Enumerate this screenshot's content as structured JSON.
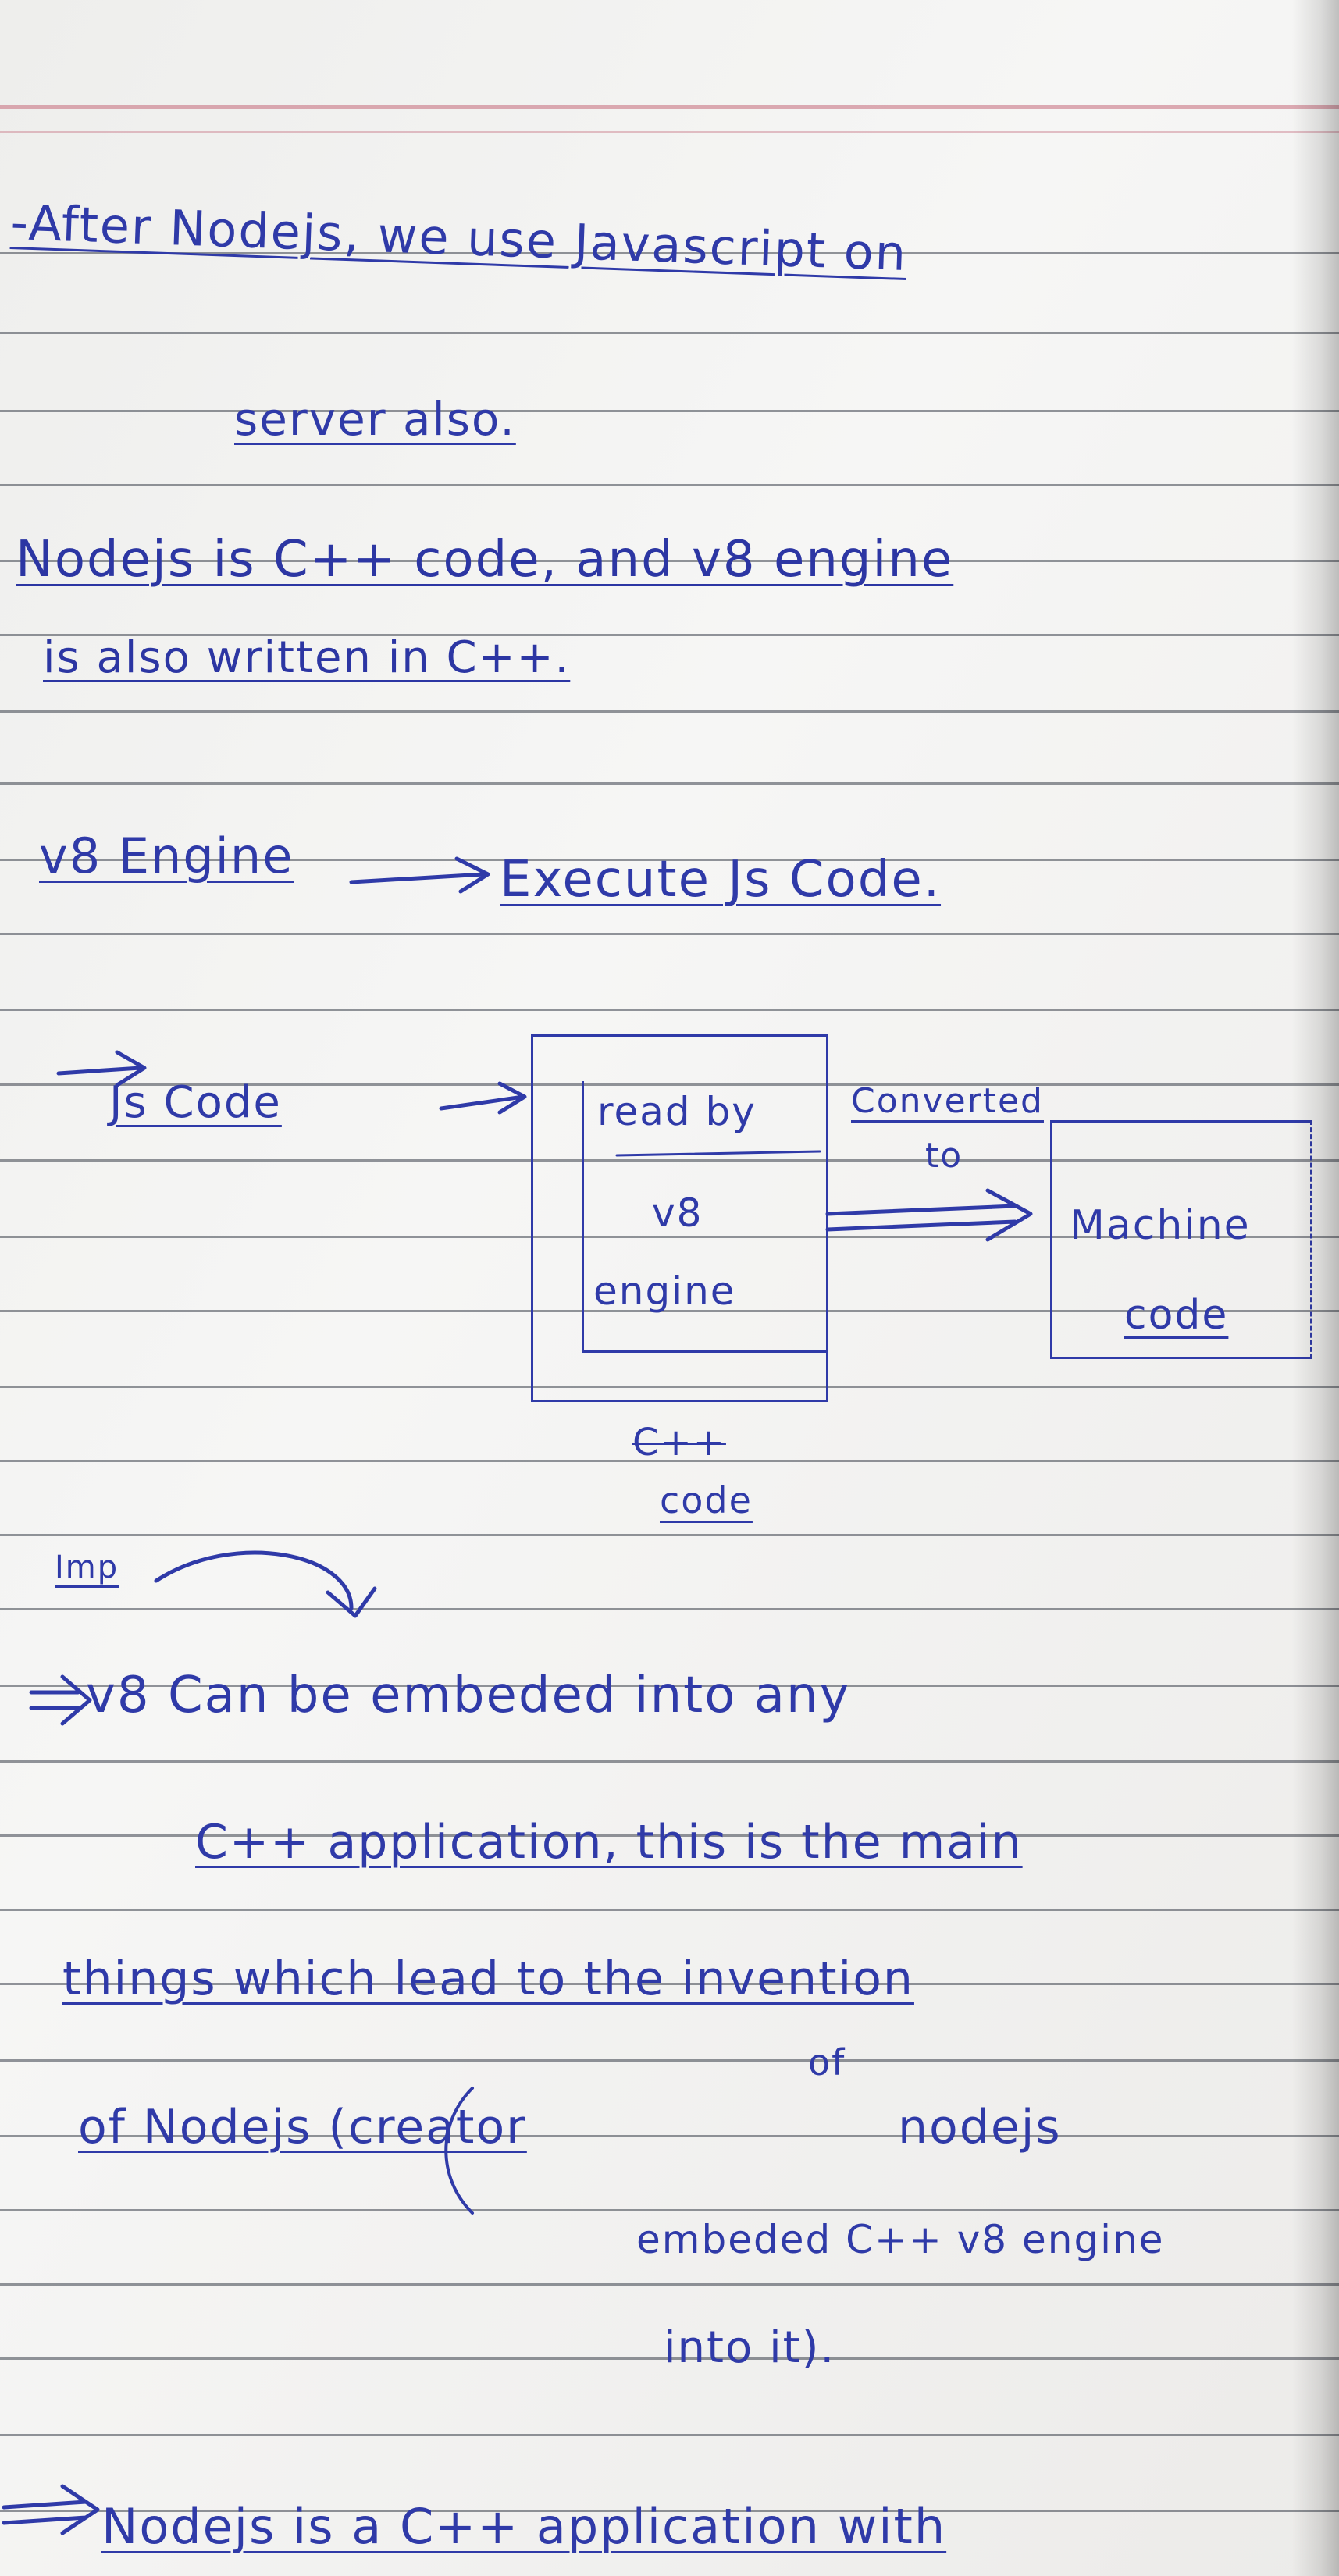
{
  "note": {
    "line1": "-After Nodejs, we use Javascript on",
    "line2": "server also.",
    "line3": "Nodejs is C++ code, and v8 engine",
    "line4": "is also written in C++.",
    "line5": "v8 Engine",
    "line5b": "Execute Js Code.",
    "flow": {
      "js_code": "Js Code",
      "read_by": "read by",
      "v8": "v8",
      "engine": "engine",
      "converted": "Converted",
      "to": "to",
      "machine": "Machine",
      "code": "code",
      "cpp": "C++",
      "cpp_code": "code"
    },
    "imp": "Imp",
    "p1_line1": "v8 Can be embeded into any",
    "p1_line2": "C++ application, this is the main",
    "p1_line3": "things which lead to the invention",
    "p1_line4": "of Nodejs (creator",
    "p1_of_above": "of",
    "p1_line4b": "nodejs",
    "p1_line5": "embeded C++ v8 engine",
    "p1_line6": "into it).",
    "p2_line1": "Nodejs is a C++ application with"
  }
}
